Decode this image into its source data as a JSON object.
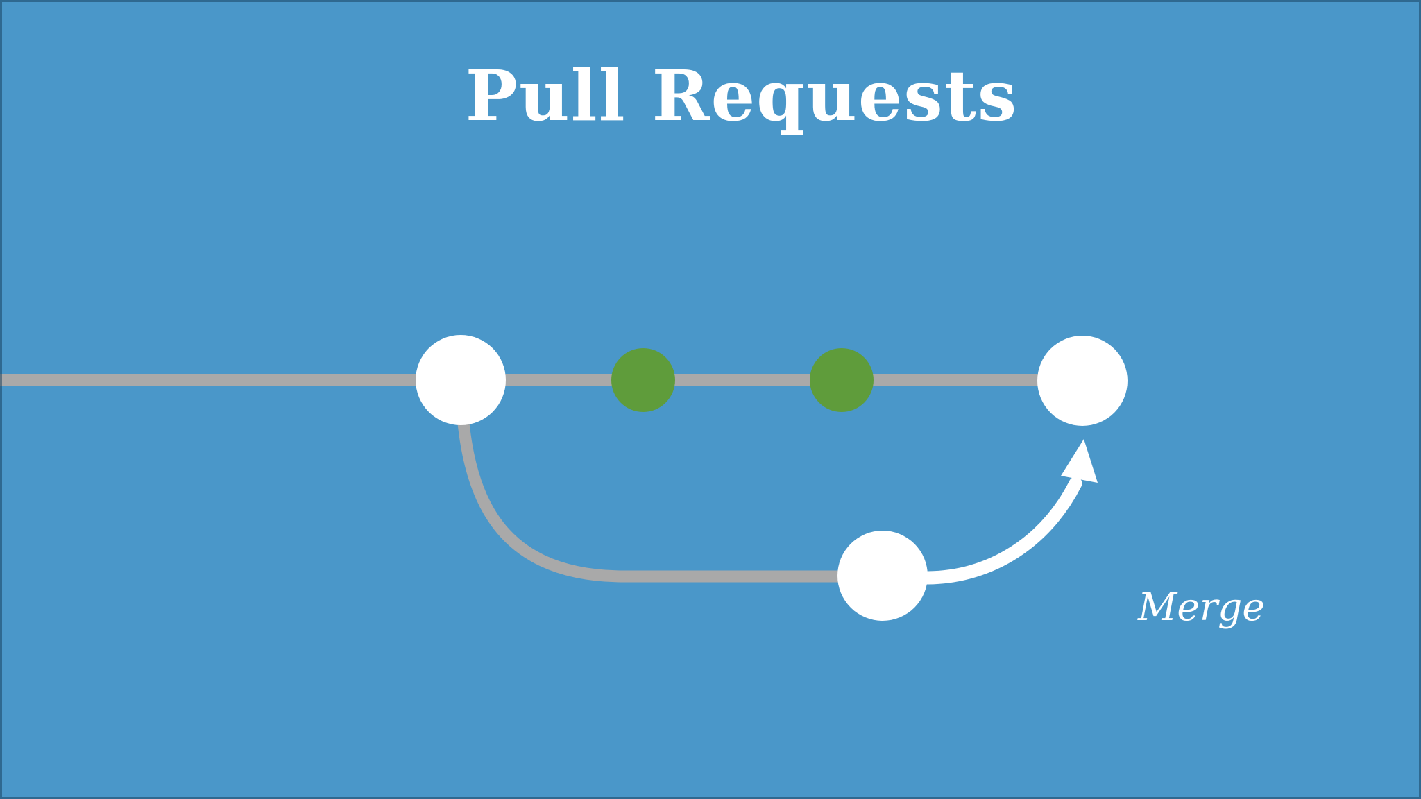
{
  "title": "Pull Requests",
  "colors": {
    "background": "#4a97c9",
    "edge_border": "#2c5c80",
    "branch_line": "#a9a9a9",
    "commit_white": "#ffffff",
    "commit_green": "#5f9c3b",
    "arrow": "#ffffff",
    "text": "#ffffff"
  },
  "diagram": {
    "type": "git-branch-diagram",
    "description": "Main branch with a feature branch that is merged back via a pull request",
    "main_branch": {
      "commits": [
        {
          "id": "branch-point",
          "color": "#ffffff"
        },
        {
          "id": "commit-1",
          "color": "#5f9c3b"
        },
        {
          "id": "commit-2",
          "color": "#5f9c3b"
        },
        {
          "id": "merge-commit",
          "color": "#ffffff"
        }
      ]
    },
    "feature_branch": {
      "commits": [
        {
          "id": "feature-head",
          "color": "#ffffff"
        }
      ]
    },
    "merge_arrow": {
      "label": "Merge",
      "from": "feature-head",
      "to": "merge-commit"
    }
  }
}
